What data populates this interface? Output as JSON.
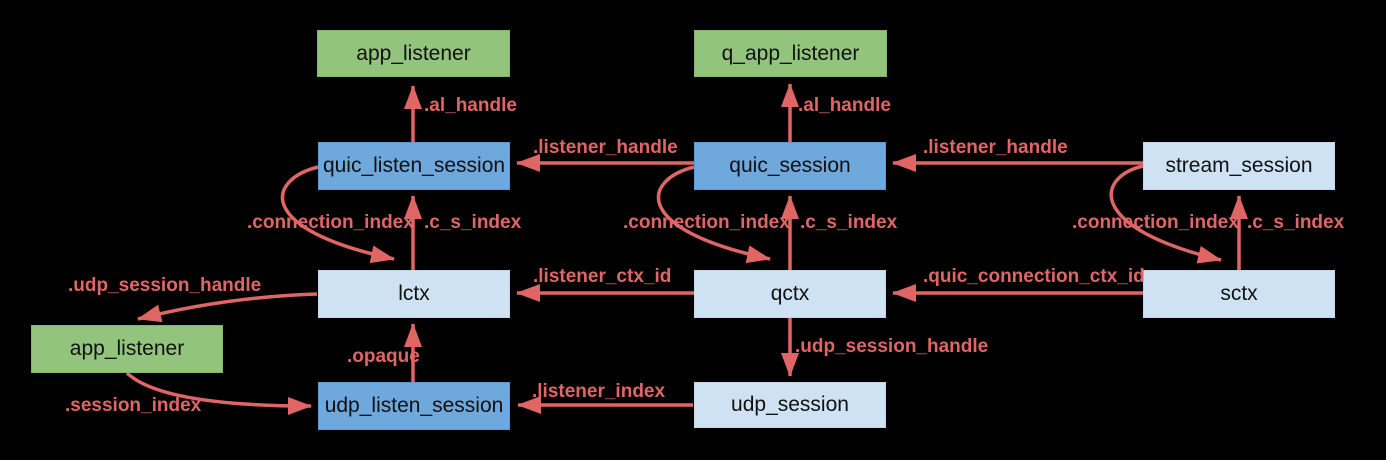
{
  "diagram": {
    "background_color": "#000000",
    "colors": {
      "green_node": "#93c47d",
      "blue_node": "#6fa8dc",
      "light_blue_node": "#cfe2f3",
      "arrow": "#e06666",
      "node_text": "#111111"
    },
    "nodes": [
      {
        "id": "app_listener_top",
        "label": "app_listener",
        "type": "green"
      },
      {
        "id": "q_app_listener",
        "label": "q_app_listener",
        "type": "green"
      },
      {
        "id": "quic_listen_session",
        "label": "quic_listen_session",
        "type": "blue"
      },
      {
        "id": "quic_session",
        "label": "quic_session",
        "type": "blue"
      },
      {
        "id": "stream_session",
        "label": "stream_session",
        "type": "light"
      },
      {
        "id": "lctx",
        "label": "lctx",
        "type": "light"
      },
      {
        "id": "qctx",
        "label": "qctx",
        "type": "light"
      },
      {
        "id": "sctx",
        "label": "sctx",
        "type": "light"
      },
      {
        "id": "app_listener_left",
        "label": "app_listener",
        "type": "green"
      },
      {
        "id": "udp_listen_session",
        "label": "udp_listen_session",
        "type": "blue"
      },
      {
        "id": "udp_session",
        "label": "udp_session",
        "type": "light"
      }
    ],
    "edges": [
      {
        "label": ".al_handle",
        "from": "quic_listen_session",
        "to": "app_listener_top"
      },
      {
        "label": ".al_handle",
        "from": "quic_session",
        "to": "q_app_listener"
      },
      {
        "label": ".listener_handle",
        "from": "quic_session",
        "to": "quic_listen_session"
      },
      {
        "label": ".listener_handle",
        "from": "stream_session",
        "to": "quic_session"
      },
      {
        "label": ".connection_index",
        "from": "quic_listen_session",
        "to": "lctx"
      },
      {
        "label": ".c_s_index",
        "from": "lctx",
        "to": "quic_listen_session"
      },
      {
        "label": ".connection_index",
        "from": "quic_session",
        "to": "qctx"
      },
      {
        "label": ".c_s_index",
        "from": "qctx",
        "to": "quic_session"
      },
      {
        "label": ".connection_index",
        "from": "stream_session",
        "to": "sctx"
      },
      {
        "label": ".c_s_index",
        "from": "sctx",
        "to": "stream_session"
      },
      {
        "label": ".listener_ctx_id",
        "from": "qctx",
        "to": "lctx"
      },
      {
        "label": ".quic_connection_ctx_id",
        "from": "sctx",
        "to": "qctx"
      },
      {
        "label": ".udp_session_handle",
        "from": "lctx",
        "to": "app_listener_left"
      },
      {
        "label": ".opaque",
        "from": "udp_listen_session",
        "to": "lctx"
      },
      {
        "label": ".udp_session_handle",
        "from": "qctx",
        "to": "udp_session"
      },
      {
        "label": ".session_index",
        "from": "app_listener_left",
        "to": "udp_listen_session"
      },
      {
        "label": ".listener_index",
        "from": "udp_session",
        "to": "udp_listen_session"
      }
    ]
  }
}
